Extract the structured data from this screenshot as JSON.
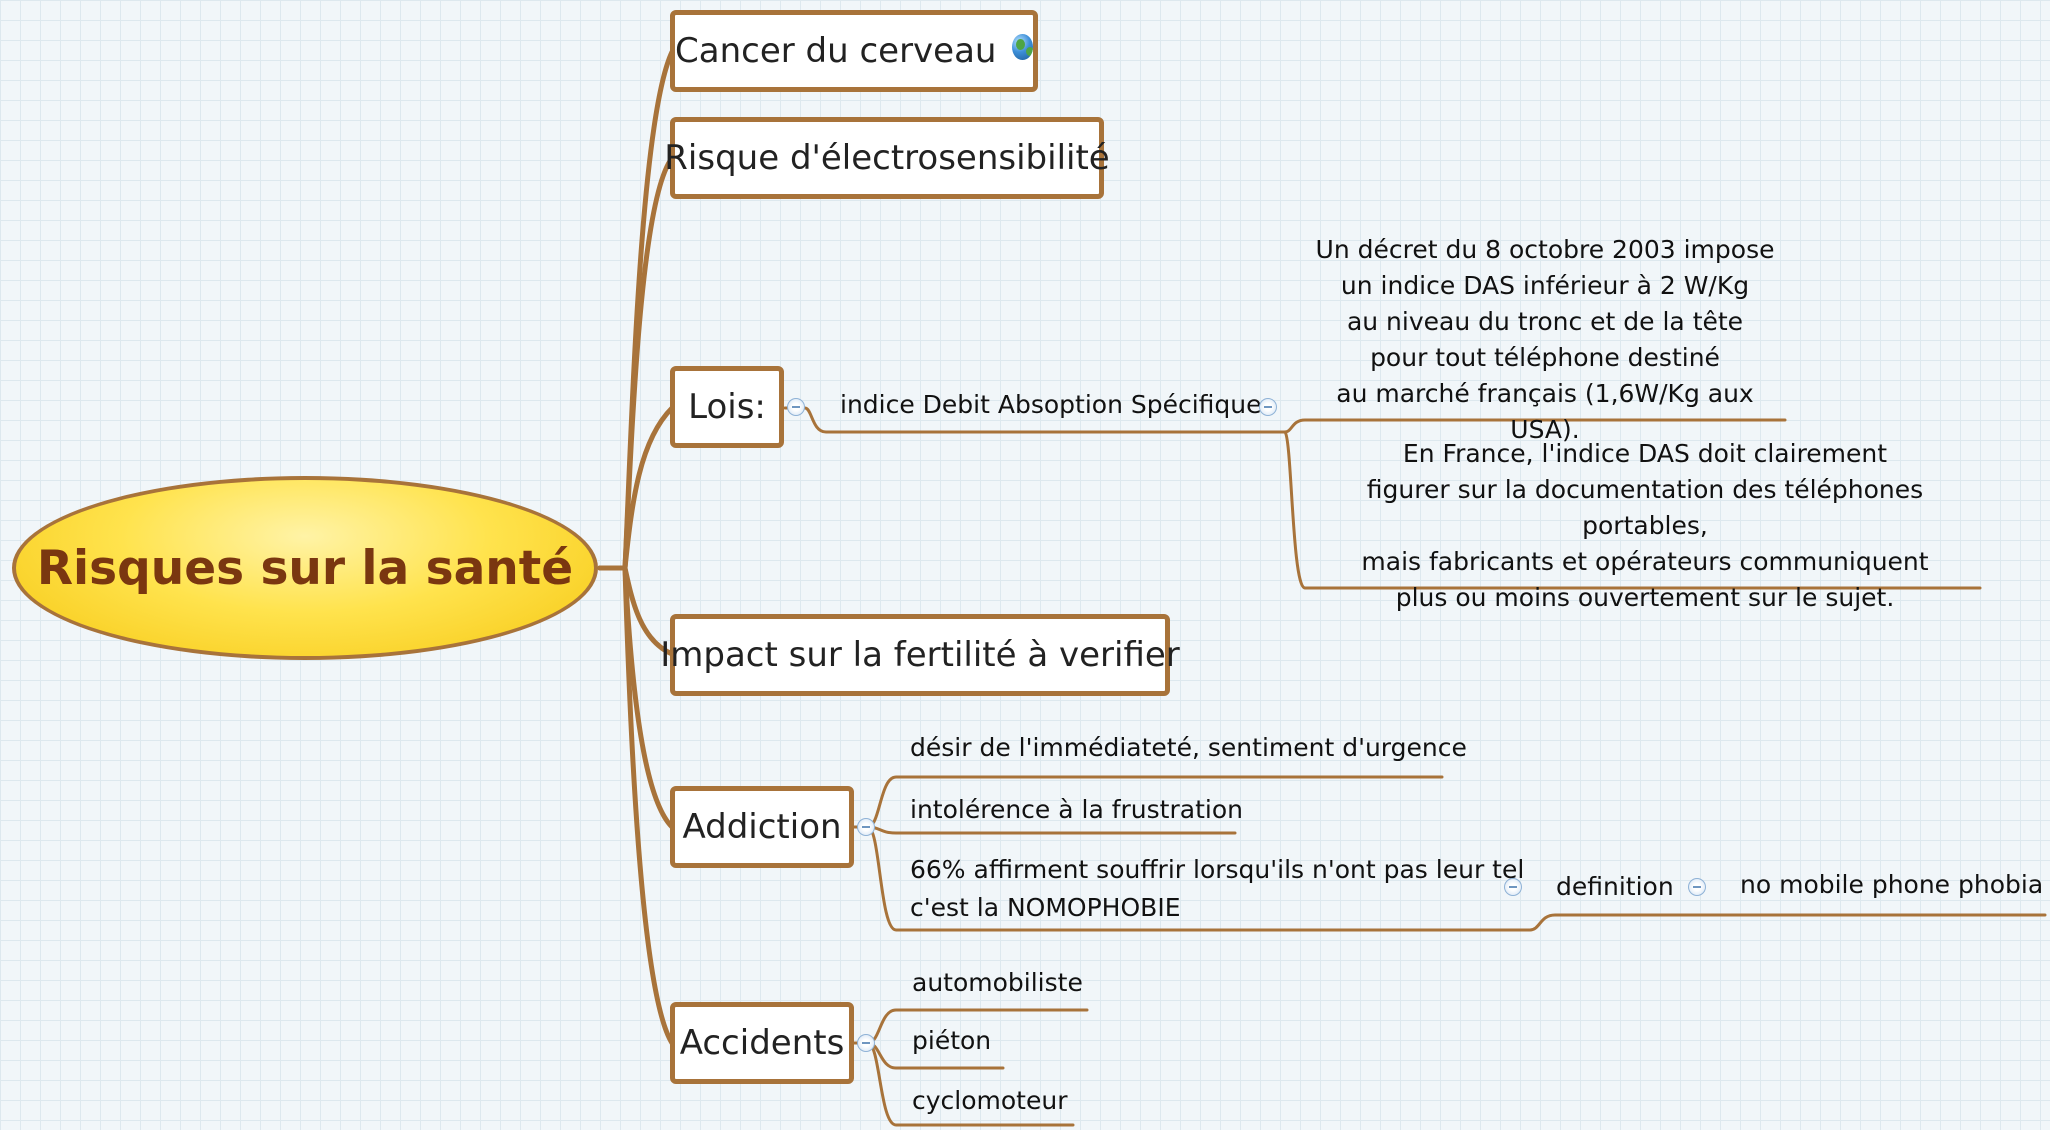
{
  "central": {
    "label": "Risques sur la santé"
  },
  "branches": {
    "cancer": {
      "label": "Cancer du cerveau",
      "icon": "globe-icon"
    },
    "electro": {
      "label": "Risque d'électrosensibilité"
    },
    "lois": {
      "label": "Lois:",
      "child": "indice Debit Absoption Spécifique",
      "notes": [
        [
          "Un décret du 8 octobre 2003 impose",
          "un indice DAS inférieur à 2 W/Kg",
          "au niveau du tronc et de la tête",
          "pour tout téléphone destiné",
          "au marché français (1,6W/Kg aux USA)."
        ],
        [
          "En France, l'indice DAS doit clairement",
          "figurer sur la documentation des téléphones portables,",
          "mais fabricants et opérateurs communiquent",
          "plus ou moins ouvertement sur le sujet."
        ]
      ]
    },
    "fertilite": {
      "label": "Impact sur la fertilité à verifier"
    },
    "addiction": {
      "label": "Addiction",
      "items": [
        "désir de l'immédiateté, sentiment d'urgence",
        "intolérence à la frustration"
      ],
      "nomophobie": {
        "line1": "66% affirment souffrir lorsqu'ils n'ont pas leur tel",
        "line2": "c'est la NOMOPHOBIE",
        "definition": "definition",
        "meaning": "no mobile phone phobia"
      }
    },
    "accidents": {
      "label": "Accidents",
      "items": [
        "automobiliste",
        "piéton",
        "cyclomoteur"
      ]
    }
  },
  "colors": {
    "branch": "#a8733a",
    "central_fill": "#ffe34d",
    "central_text": "#7a3710",
    "collapse": "#8fb2d6"
  }
}
